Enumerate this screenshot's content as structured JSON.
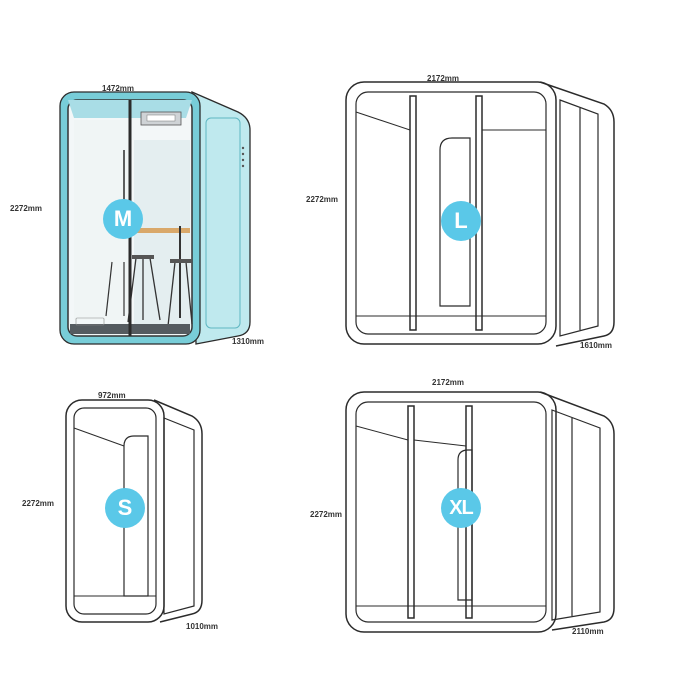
{
  "colors": {
    "badge": "#5ac8e8",
    "booth_m_body": "#bfe9ee",
    "booth_m_frame": "#78cdd8",
    "outline": "#2b2b2b"
  },
  "booths": {
    "m": {
      "label": "M",
      "width": "1472mm",
      "height": "2272mm",
      "depth": "1310mm"
    },
    "l": {
      "label": "L",
      "width": "2172mm",
      "height": "2272mm",
      "depth": "1610mm"
    },
    "s": {
      "label": "S",
      "width": "972mm",
      "height": "2272mm",
      "depth": "1010mm"
    },
    "xl": {
      "label": "XL",
      "width": "2172mm",
      "height": "2272mm",
      "depth": "2110mm"
    }
  }
}
